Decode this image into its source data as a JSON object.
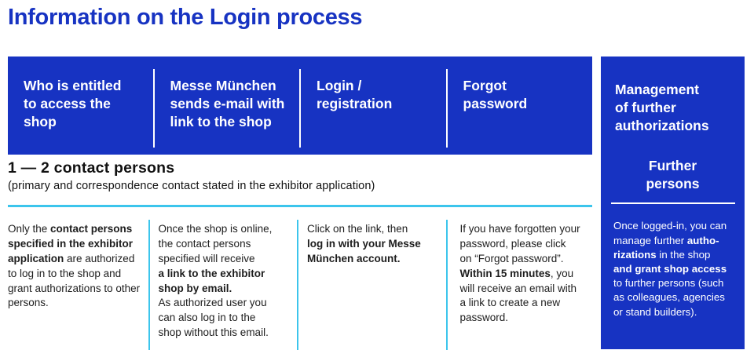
{
  "title": "Information on the Login process",
  "colors": {
    "brand_blue": "#1733C2",
    "cyan": "#3CC5EC"
  },
  "process": {
    "headers": [
      {
        "label": "Who is entitled\nto access the\nshop"
      },
      {
        "label": "Messe München\nsends e-mail with\nlink to the shop"
      },
      {
        "label": "Login /\nregistration"
      },
      {
        "label": "Forgot\npassword"
      }
    ],
    "contact": {
      "heading": "1 — 2 contact persons",
      "note": "(primary and correspondence contact stated in the exhibitor application)"
    },
    "steps": [
      {
        "segments": [
          {
            "t": "Only the ",
            "b": false
          },
          {
            "t": "contact persons\nspecified in the exhibitor\napplication",
            "b": true
          },
          {
            "t": " are authorized\nto log in to the shop and\ngrant authorizations to other\npersons.",
            "b": false
          }
        ]
      },
      {
        "segments": [
          {
            "t": "Once the shop is online,\nthe contact persons\nspecified will receive\n",
            "b": false
          },
          {
            "t": "a link to the exhibitor\nshop by email.",
            "b": true
          },
          {
            "t": "\nAs authorized user you\ncan also log in to the\nshop without this email.",
            "b": false
          }
        ]
      },
      {
        "segments": [
          {
            "t": "Click on the link, then\n",
            "b": false
          },
          {
            "t": "log in with your Messe\nMünchen account.",
            "b": true
          }
        ]
      },
      {
        "segments": [
          {
            "t": "If you have forgotten your\npassword, please click\non “Forgot password”.\n",
            "b": false
          },
          {
            "t": "Within 15 minutes",
            "b": true
          },
          {
            "t": ", you\nwill receive an email with\na link to create a new\npassword.",
            "b": false
          }
        ]
      }
    ]
  },
  "side_panel": {
    "heading": "Management\nof further\nauthorizations",
    "subheading": "Further\npersons",
    "body": {
      "segments": [
        {
          "t": "Once logged-in, you can\nmanage further ",
          "b": false
        },
        {
          "t": "autho-\nrizations",
          "b": true
        },
        {
          "t": " in the shop\n",
          "b": false
        },
        {
          "t": "and grant shop access",
          "b": true
        },
        {
          "t": "\nto further persons (such\nas colleagues, agencies\nor stand builders).",
          "b": false
        }
      ]
    }
  }
}
